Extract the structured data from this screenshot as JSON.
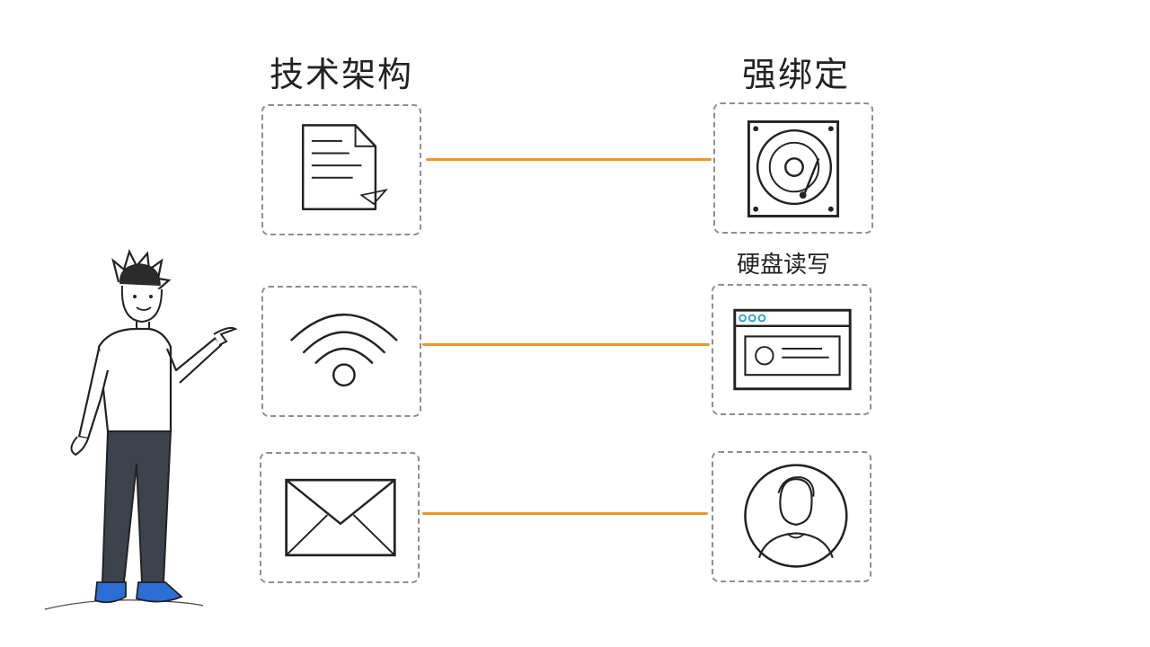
{
  "left_column": {
    "title": "技术架构"
  },
  "right_column": {
    "title": "强绑定"
  },
  "labels": {
    "disk_label": "硬盘读写"
  },
  "icons": {
    "left": [
      "document-icon",
      "wifi-icon",
      "mail-icon"
    ],
    "right": [
      "hard-disk-icon",
      "browser-window-icon",
      "user-avatar-icon"
    ]
  },
  "colors": {
    "connector": "#f0952a",
    "accent": "#2ea3c9",
    "ink": "#222222",
    "pants": "#3d434c",
    "shoes": "#2b6fd6"
  }
}
